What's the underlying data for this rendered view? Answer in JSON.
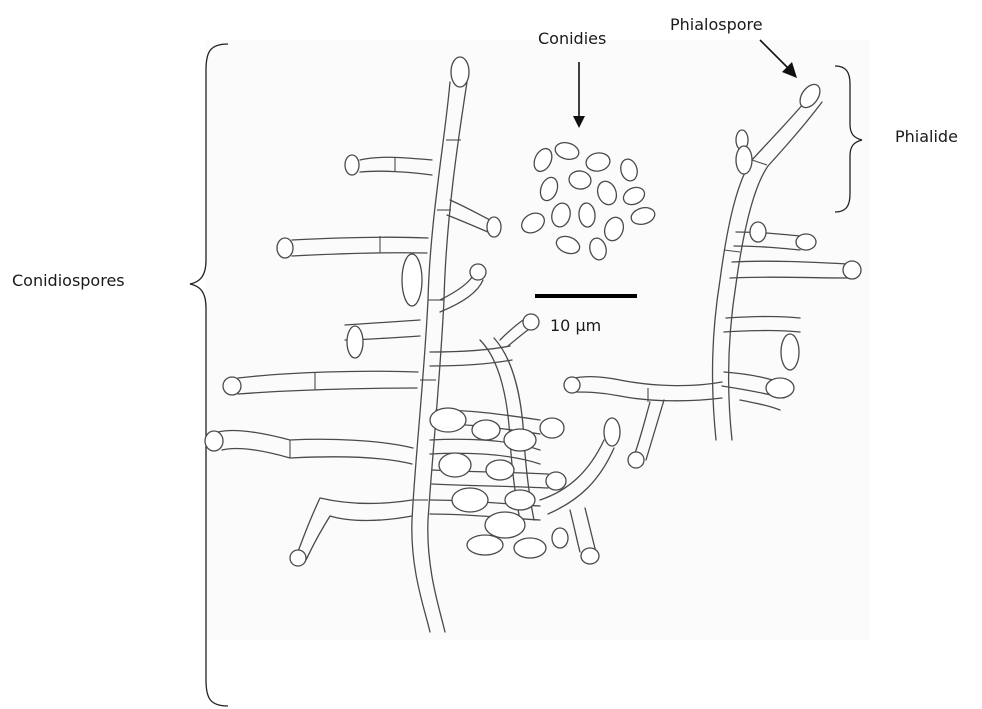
{
  "labels": {
    "conidies": "Conidies",
    "phialospore": "Phialospore",
    "phialide": "Phialide",
    "conidiospores": "Conidiospores",
    "scale": "10 µm"
  },
  "colors": {
    "ink": "#111111",
    "hyphae": "#4a4a4a",
    "background": "#ffffff"
  }
}
